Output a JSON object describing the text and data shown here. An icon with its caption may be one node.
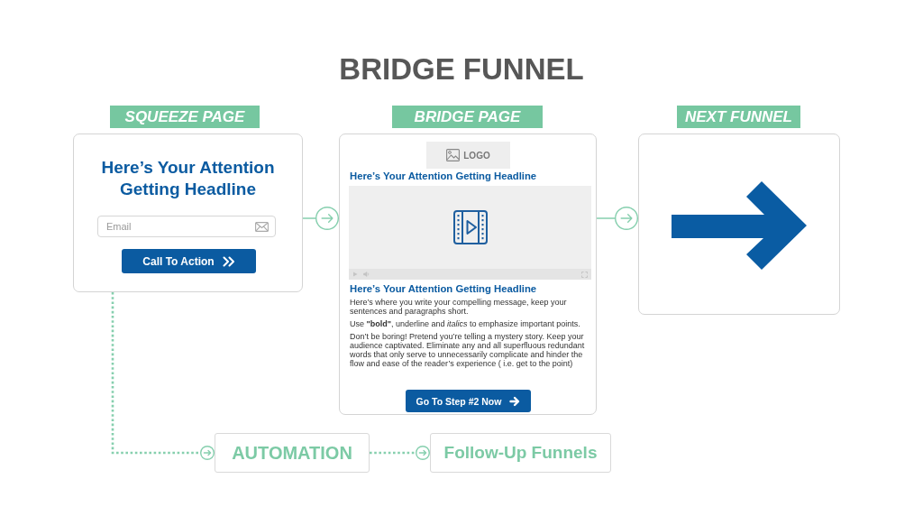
{
  "diagram": {
    "title": "BRIDGE FUNNEL",
    "nodes": [
      {
        "text": [
          "SQUEEZE PAGE",
          "Here’s Your Attention Getting Headline"
        ]
      },
      {
        "text": [
          "Email"
        ],
        "in": 0
      },
      {
        "text": [
          "Call To Action"
        ],
        "in": 0
      },
      {
        "text": [
          "BRIDGE PAGE",
          "Here’s Your Attention Getting Headline",
          "Here’s Your Attention Getting Headline",
          "Here’s where you write your compelling message, keep your sentences and paragraphs short.",
          "Use **\"bold\"**, underline and *italics* to emphasize important points.",
          "Don’t be boring! Pretend you’re telling a mystery story. Keep your audience captivated. Eliminate any and all superfluous redundant words that only serve to unnecessarily complicate and hinder the flow and ease of the reader’s experience ( i.e. get to the point)"
        ]
      },
      {
        "text": [
          "LOGO"
        ],
        "in": 3
      },
      {
        "text": [
          "Go To Step #2 Now"
        ],
        "in": 3
      },
      {
        "text": [
          "NEXT FUNNEL"
        ]
      },
      {
        "text": [
          "AUTOMATION"
        ]
      },
      {
        "text": [
          "Follow-Up Funnels"
        ]
      }
    ],
    "edges": [
      {
        "from": 0,
        "to": 3,
        "arrow": "to"
      },
      {
        "from": 3,
        "to": 6,
        "arrow": "to"
      },
      {
        "from": 0,
        "to": 7,
        "arrow": "to",
        "style": "dashed"
      },
      {
        "from": 7,
        "to": 8,
        "arrow": "to",
        "style": "dashed"
      }
    ]
  }
}
